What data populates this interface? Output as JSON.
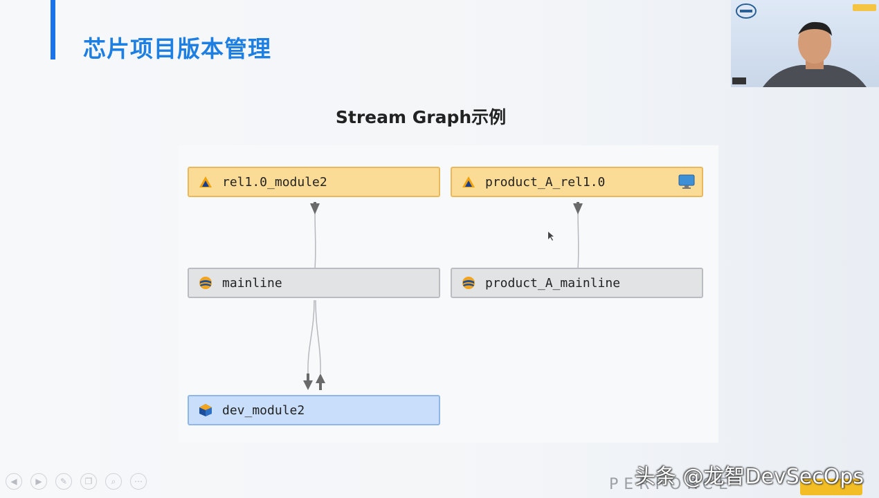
{
  "slide": {
    "title": "芯片项目版本管理"
  },
  "diagram": {
    "title": "Stream Graph示例",
    "nodes": {
      "rel_module2": "rel1.0_module2",
      "product_rel": "product_A_rel1.0",
      "mainline": "mainline",
      "product_mainline": "product_A_mainline",
      "dev_module2": "dev_module2"
    }
  },
  "brand": {
    "footer": "PERFORCE"
  },
  "watermark": {
    "text": "头条 @龙智DevSecOps"
  },
  "colors": {
    "accent": "#1a73e8",
    "release_fill": "#fbdc96",
    "mainline_fill": "#e2e3e5",
    "dev_fill": "#c8defa"
  }
}
